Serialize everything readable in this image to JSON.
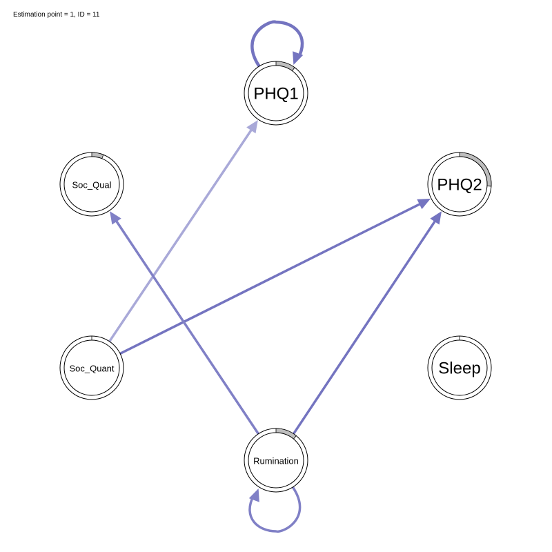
{
  "caption": "Estimation point = 1, ID = 11",
  "colors": {
    "edge_strong": "#7474C0",
    "edge_medium": "#8080C6",
    "edge_light": "#A9A9D8",
    "pie_fill": "#BEBEBE",
    "node_border": "#000000",
    "node_fill": "#FFFFFF"
  },
  "nodes": [
    {
      "id": "PHQ1",
      "label": "PHQ1",
      "pie": 0.1,
      "font": "large"
    },
    {
      "id": "PHQ2",
      "label": "PHQ2",
      "pie": 0.26,
      "font": "large"
    },
    {
      "id": "Soc_Qual",
      "label": "Soc_Qual",
      "pie": 0.06,
      "font": "small"
    },
    {
      "id": "Soc_Quant",
      "label": "Soc_Quant",
      "pie": 0.0,
      "font": "small"
    },
    {
      "id": "Sleep",
      "label": "Sleep",
      "pie": 0.0,
      "font": "large"
    },
    {
      "id": "Rumination",
      "label": "Rumination",
      "pie": 0.11,
      "font": "small"
    }
  ],
  "edges": [
    {
      "from": "PHQ1",
      "to": "PHQ1",
      "color": "edge_strong",
      "width": "thick"
    },
    {
      "from": "Rumination",
      "to": "Rumination",
      "color": "edge_medium",
      "width": "medium"
    },
    {
      "from": "Soc_Quant",
      "to": "PHQ1",
      "color": "edge_light",
      "width": "medium"
    },
    {
      "from": "Soc_Quant",
      "to": "PHQ2",
      "color": "edge_strong",
      "width": "medium"
    },
    {
      "from": "Rumination",
      "to": "Soc_Qual",
      "color": "edge_medium",
      "width": "medium"
    },
    {
      "from": "Rumination",
      "to": "PHQ2",
      "color": "edge_strong",
      "width": "medium"
    }
  ]
}
